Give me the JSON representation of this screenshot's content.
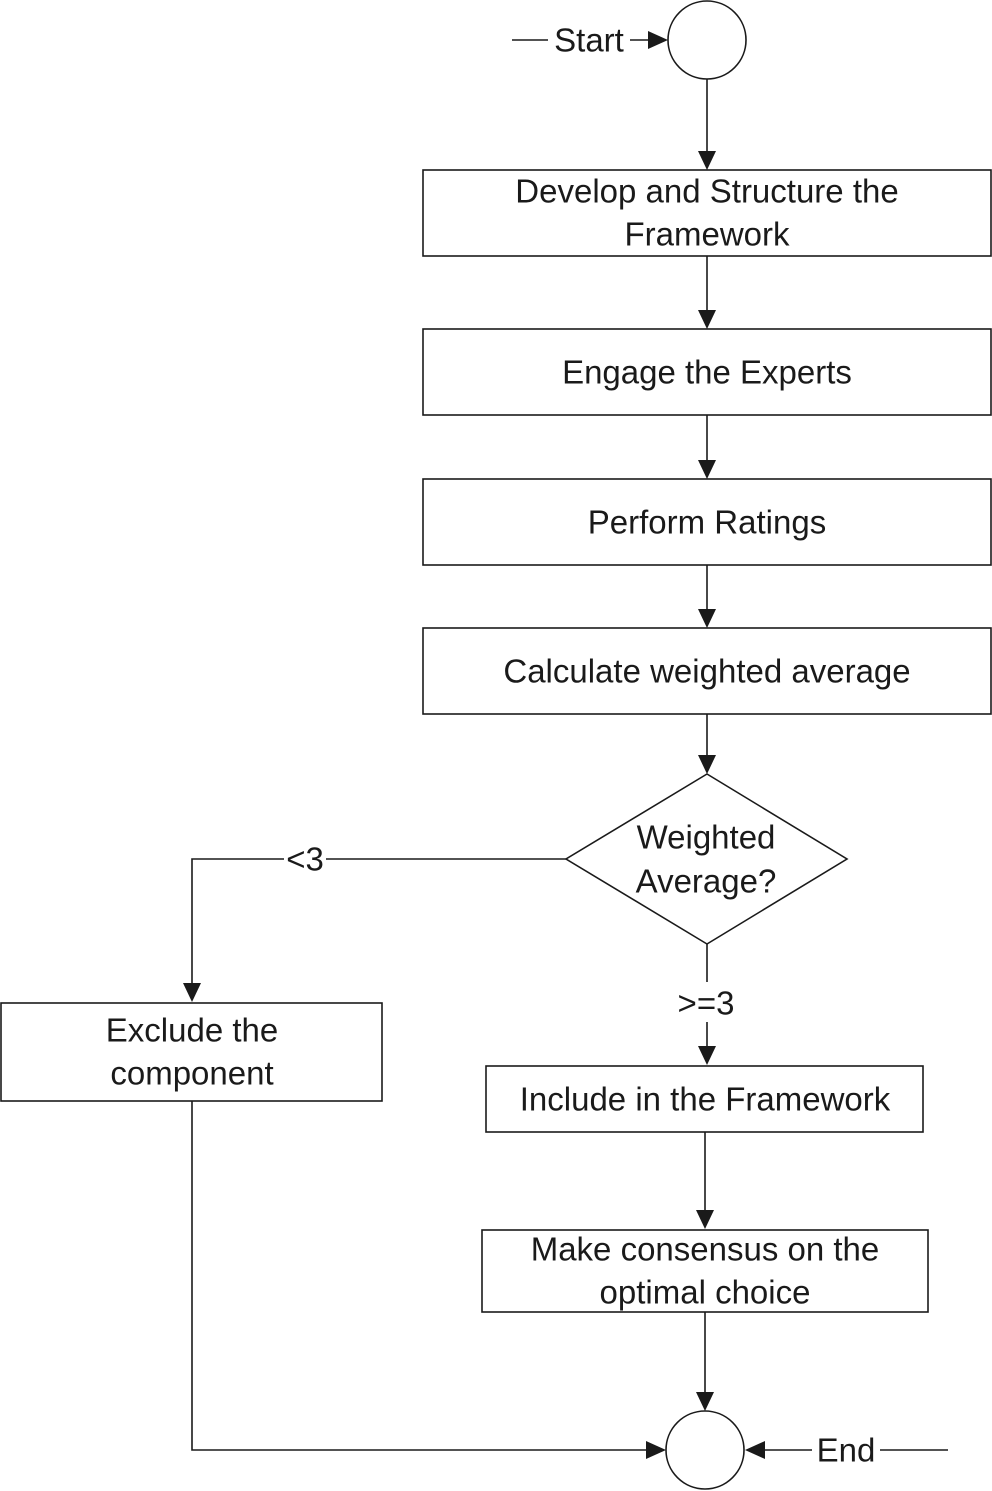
{
  "flowchart": {
    "terminals": {
      "start_label": "Start",
      "end_label": "End"
    },
    "steps": {
      "develop_line1": "Develop and Structure the",
      "develop_line2": "Framework",
      "engage": "Engage the Experts",
      "perform": "Perform Ratings",
      "calculate": "Calculate weighted average",
      "include": "Include in the Framework",
      "consensus_line1": "Make consensus on the",
      "consensus_line2": "optimal choice",
      "exclude_line1": "Exclude the",
      "exclude_line2": "component"
    },
    "decision": {
      "line1": "Weighted",
      "line2": "Average?",
      "branch_low": "<3",
      "branch_high": ">=3"
    }
  }
}
